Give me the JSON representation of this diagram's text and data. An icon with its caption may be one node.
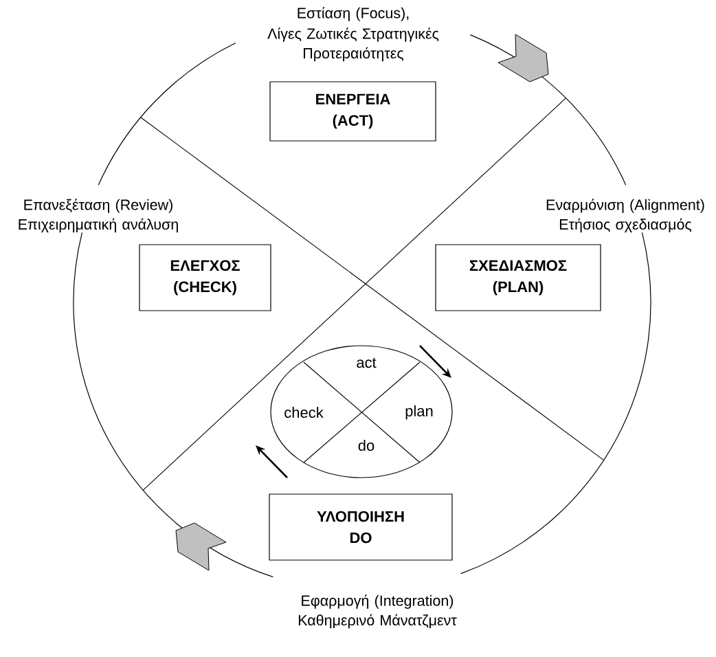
{
  "diagram": {
    "nodes": [
      {
        "text": [],
        "shape": "circle"
      },
      {
        "text": [
          "ΕΝΕΡΓΕΙΑ (ACT)"
        ],
        "in": 0
      },
      {
        "text": [
          "ΕΛΕΓΧΟΣ (CHECK)"
        ],
        "in": 0
      },
      {
        "text": [
          "ΣΧΕΔΙΑΣΜΟΣ (PLAN)"
        ],
        "in": 0
      },
      {
        "text": [
          "act",
          "check",
          "plan",
          "do"
        ],
        "in": 0
      },
      {
        "text": [
          "ΥΛΟΠΟΙΗΣΗ DO"
        ],
        "in": 0
      }
    ],
    "labels": [
      "Εστίαση (Focus),",
      "Λίγες Ζωτικές Στρατηγικές Προτεραιότητες",
      "Επανεξέταση (Review) Επιχειρηματική ανάλυση",
      "Εναρμόνιση (Alignment) Ετήσιος σχεδιασμός",
      "Εφαρμογή (Integration) Καθημερινό Μάνατζμεντ"
    ]
  }
}
